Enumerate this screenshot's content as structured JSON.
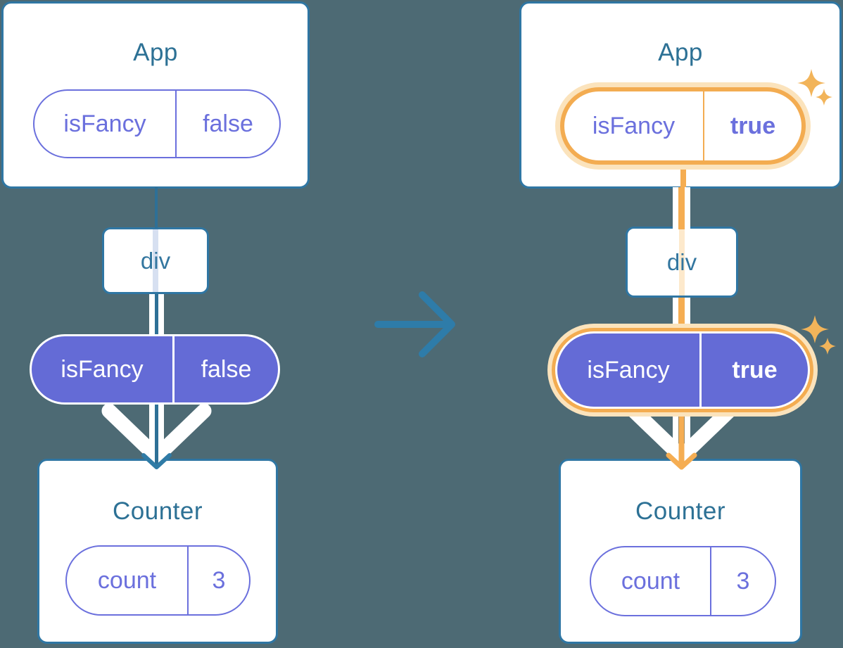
{
  "before": {
    "app": {
      "title": "App",
      "pill": {
        "key": "isFancy",
        "value": "false"
      }
    },
    "div": {
      "label": "div"
    },
    "state_pill": {
      "key": "isFancy",
      "value": "false"
    },
    "counter": {
      "title": "Counter",
      "pill": {
        "key": "count",
        "value": "3"
      }
    }
  },
  "after": {
    "app": {
      "title": "App",
      "pill": {
        "key": "isFancy",
        "value": "true"
      }
    },
    "div": {
      "label": "div"
    },
    "state_pill": {
      "key": "isFancy",
      "value": "true"
    },
    "counter": {
      "title": "Counter",
      "pill": {
        "key": "count",
        "value": "3"
      }
    }
  },
  "icons": {
    "transition_arrow": "right-arrow",
    "flow_arrow_before": "down-arrow-teal",
    "flow_arrow_after": "down-arrow-orange",
    "sparkles": "sparkle-stars"
  },
  "colors": {
    "background": "#4D6A74",
    "card_border": "#2F76A3",
    "title_text": "#2D7195",
    "purple_fill": "#646BD6",
    "purple_text": "#6B70DD",
    "highlight_orange": "#F3AC51",
    "highlight_orange_glow": "#FBE3BC",
    "connector_teal": "#2E7096",
    "arrow_blue": "#2E7CA9",
    "white": "#FFFFFF"
  }
}
